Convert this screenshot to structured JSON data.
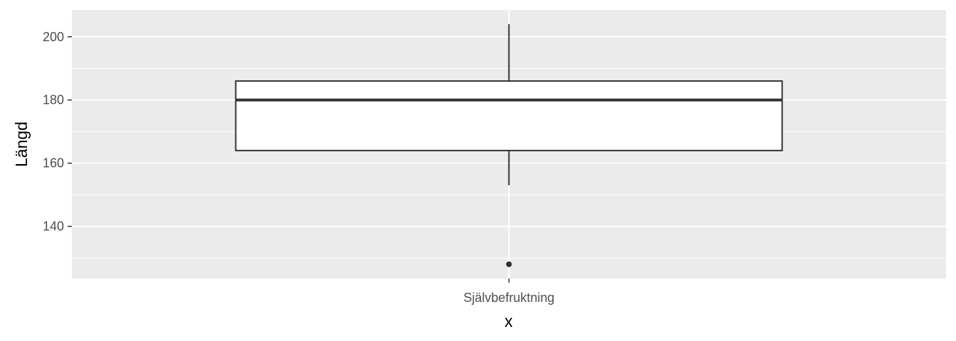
{
  "chart_data": {
    "type": "boxplot",
    "title": "",
    "xlabel": "x",
    "ylabel": "Längd",
    "categories": [
      "Självbefruktning"
    ],
    "boxes": [
      {
        "category": "Självbefruktning",
        "whisker_low": 153,
        "q1": 164,
        "median": 180,
        "q3": 186,
        "whisker_high": 204,
        "outliers": [
          128
        ]
      }
    ],
    "ylim": [
      123.5,
      208.5
    ],
    "y_ticks": [
      140,
      160,
      180,
      200
    ],
    "y_minor_ticks": [
      130,
      150,
      170,
      190
    ],
    "grid": true,
    "colors": {
      "panel": "#ebebeb",
      "grid": "#ffffff",
      "box_fill": "#ffffff",
      "box_line": "#333333",
      "tick_text": "#4d4d4d"
    }
  }
}
